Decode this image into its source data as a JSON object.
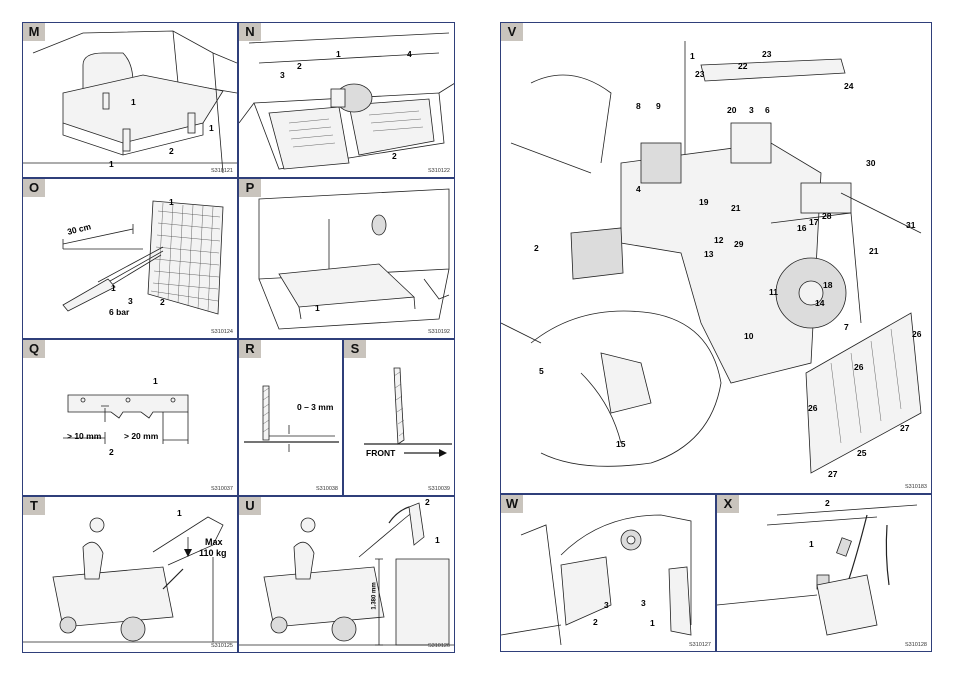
{
  "panels": {
    "M": {
      "letter": "M",
      "code": "S310121",
      "labels": [
        "1",
        "1",
        "1",
        "2"
      ]
    },
    "N": {
      "letter": "N",
      "code": "S310122",
      "labels": [
        "1",
        "2",
        "3",
        "4",
        "2"
      ]
    },
    "O": {
      "letter": "O",
      "code": "S310124",
      "labels": [
        "1",
        "30 cm",
        "1",
        "3",
        "6 bar",
        "2"
      ]
    },
    "P": {
      "letter": "P",
      "code": "S310192",
      "labels": [
        "1"
      ]
    },
    "Q": {
      "letter": "Q",
      "code": "S310037",
      "labels": [
        "1",
        "> 10 mm",
        "> 20 mm",
        "2"
      ]
    },
    "R": {
      "letter": "R",
      "code": "S310038",
      "labels": [
        "0 – 3 mm"
      ]
    },
    "S": {
      "letter": "S",
      "code": "S310039",
      "labels": [
        "FRONT"
      ]
    },
    "T": {
      "letter": "T",
      "code": "S310125",
      "labels": [
        "1",
        "Max",
        "110 kg"
      ]
    },
    "U": {
      "letter": "U",
      "code": "S310126",
      "labels": [
        "2",
        "1",
        "1.380 mm"
      ]
    },
    "V": {
      "letter": "V",
      "code": "S310183",
      "labels": [
        "1",
        "23",
        "22",
        "23",
        "24",
        "8",
        "9",
        "20",
        "3",
        "6",
        "30",
        "4",
        "19",
        "2",
        "21",
        "12",
        "13",
        "29",
        "28",
        "17",
        "16",
        "21",
        "31",
        "11",
        "18",
        "14",
        "26",
        "7",
        "10",
        "5",
        "26",
        "26",
        "15",
        "27",
        "25",
        "27"
      ]
    },
    "W": {
      "letter": "W",
      "code": "S310127",
      "labels": [
        "3",
        "3",
        "2",
        "1"
      ]
    },
    "X": {
      "letter": "X",
      "code": "S310128",
      "labels": [
        "2",
        "1"
      ]
    }
  }
}
